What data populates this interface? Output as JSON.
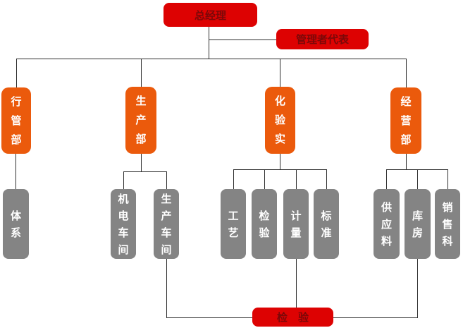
{
  "colors": {
    "box_red": "#dd0202",
    "box_red_text": "#7b0808",
    "box_orange": "#eb5a0c",
    "box_gray": "#848484",
    "box_light_text": "#ffffff",
    "connector": "#2e2e2e",
    "background": "#ffffff"
  },
  "nodes": {
    "general_manager": {
      "label": "总经理"
    },
    "management_rep": {
      "label": "管理者代表"
    },
    "admin_dept": {
      "label": "行管部"
    },
    "production_dept": {
      "label": "生产部"
    },
    "lab_dept": {
      "label": "化验实"
    },
    "operations_dept": {
      "label": "经营部"
    },
    "system": {
      "label": "体系"
    },
    "mech_elec_workshop": {
      "label": "机电车间"
    },
    "production_workshop": {
      "label": "生产车间"
    },
    "process": {
      "label": "工艺"
    },
    "inspection": {
      "label": "检验"
    },
    "metrology": {
      "label": "计量"
    },
    "standards": {
      "label": "标准"
    },
    "supply_material": {
      "label": "供应料"
    },
    "warehouse": {
      "label": "库房"
    },
    "sales_section": {
      "label": "销售科"
    },
    "final_inspection": {
      "label": "检　验"
    }
  },
  "edges": [
    {
      "from": "总经理",
      "to": "管理者代表"
    },
    {
      "from": "总经理",
      "to": "行管部"
    },
    {
      "from": "总经理",
      "to": "生产部"
    },
    {
      "from": "总经理",
      "to": "化验实"
    },
    {
      "from": "总经理",
      "to": "经营部"
    },
    {
      "from": "行管部",
      "to": "体系"
    },
    {
      "from": "生产部",
      "to": "机电车间"
    },
    {
      "from": "生产部",
      "to": "生产车间"
    },
    {
      "from": "化验实",
      "to": "工艺"
    },
    {
      "from": "化验实",
      "to": "检验"
    },
    {
      "from": "化验实",
      "to": "计量"
    },
    {
      "from": "化验实",
      "to": "标准"
    },
    {
      "from": "经营部",
      "to": "供应料"
    },
    {
      "from": "经营部",
      "to": "库房"
    },
    {
      "from": "经营部",
      "to": "销售科"
    },
    {
      "from": "生产车间",
      "to": "检　验"
    },
    {
      "from": "计量",
      "to": "检　验"
    },
    {
      "from": "库房",
      "to": "检　验"
    }
  ]
}
